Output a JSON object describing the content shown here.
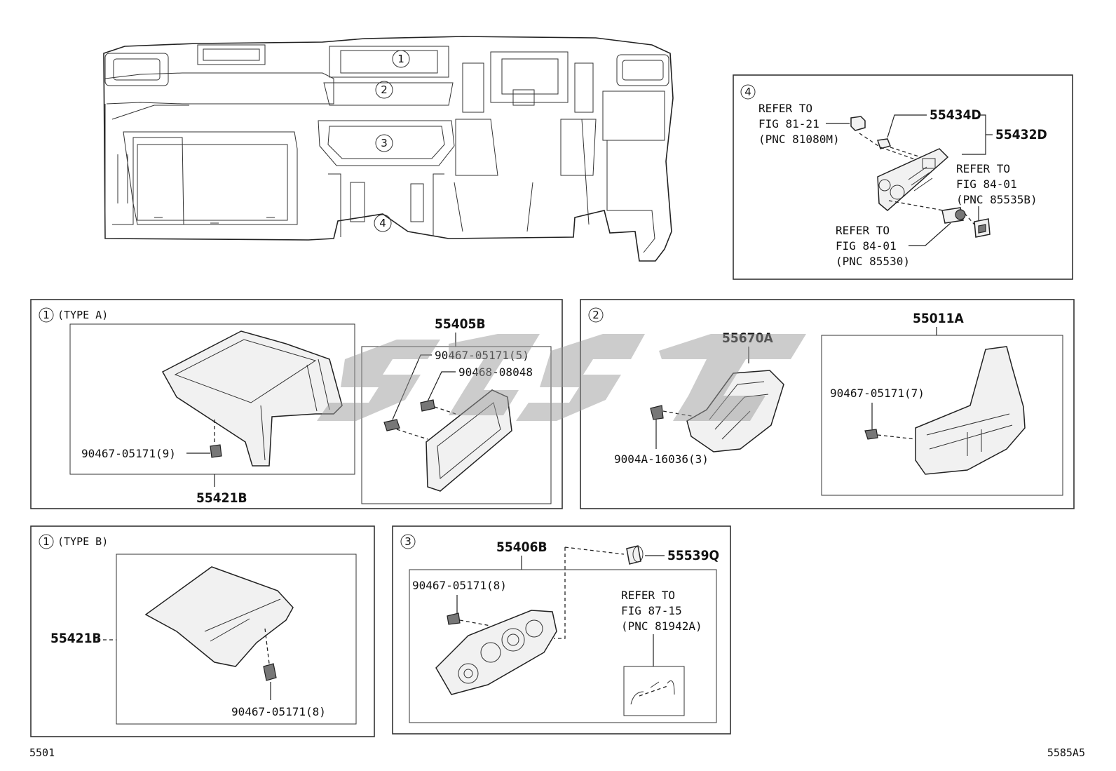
{
  "overview": {
    "callouts": [
      "1",
      "2",
      "3",
      "4"
    ]
  },
  "section4": {
    "index": "4",
    "refer_a": [
      "REFER TO",
      "FIG 81-21",
      "(PNC 81080M)"
    ],
    "part_55434d": "55434D",
    "part_55432d": "55432D",
    "refer_b": [
      "REFER TO",
      "FIG 84-01",
      "(PNC 85535B)"
    ],
    "refer_c": [
      "REFER TO",
      "FIG 84-01",
      "(PNC 85530)"
    ]
  },
  "section1a": {
    "index": "1",
    "type": "(TYPE A)",
    "part_55405b": "55405B",
    "clip_5": "90467-05171(5)",
    "clip_90468": "90468-08048",
    "clip_9": "90467-05171(9)",
    "part_55421b": "55421B"
  },
  "section2": {
    "index": "2",
    "part_55670a": "55670A",
    "part_55011a": "55011A",
    "clip_7": "90467-05171(7)",
    "screw": "9004A-16036(3)"
  },
  "section1b": {
    "index": "1",
    "type": "(TYPE B)",
    "part_55421b": "55421B",
    "clip_8": "90467-05171(8)"
  },
  "section3": {
    "index": "3",
    "part_55406b": "55406B",
    "part_55539q": "55539Q",
    "clip_8": "90467-05171(8)",
    "refer": [
      "REFER TO",
      "FIG 87-15",
      "(PNC 81942A)"
    ]
  },
  "footer": {
    "left_code": "5501",
    "right_code": "5585A5"
  }
}
